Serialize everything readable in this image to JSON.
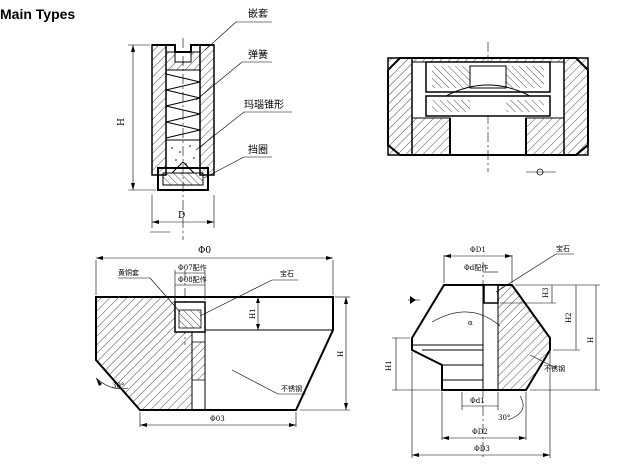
{
  "page": {
    "title": "Main Types"
  },
  "labels": {
    "sleeve": "嵌套",
    "spring": "弹簧",
    "agate_cone": "玛瑙锥形",
    "retaining_ring": "挡圈",
    "height_h": "H",
    "diameter_d": "D",
    "outer_dia": "Φ0",
    "inner_fit_1": "Φ07配作",
    "inner_fit_2": "Φ08配作",
    "gem": "宝石",
    "brass_sleeve": "黄铜套",
    "h1": "H1",
    "height_right": "H",
    "stainless": "不锈钢",
    "bottom_dia": "Φ03",
    "angle": "30°",
    "d1": "ΦD1",
    "dfit": "Φd配作",
    "gem_r": "宝石",
    "h3": "H3",
    "h2": "H2",
    "h_r": "H",
    "alpha": "α",
    "h1_r": "H1",
    "stainless_r": "不锈钢",
    "small_d": "Φd1",
    "angle_r": "30°",
    "d2": "ΦD2",
    "d3": "ΦD3"
  }
}
